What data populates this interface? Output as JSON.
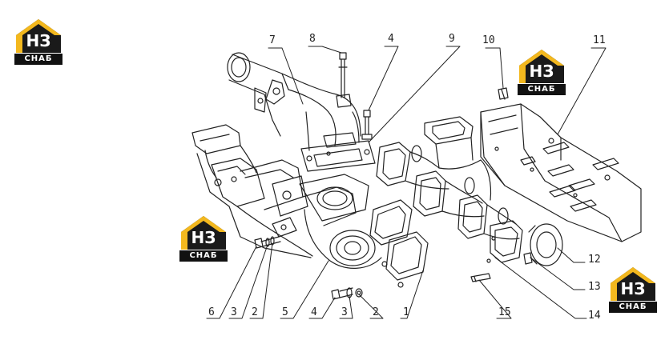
{
  "logo": {
    "monogram": "НЗ",
    "caption": "СНАБ",
    "colors": {
      "roof": "#f3b81e",
      "body": "#1a1a1a",
      "text": "#ffffff"
    },
    "count": 4
  },
  "callouts": [
    "1",
    "2",
    "3",
    "4",
    "5",
    "6",
    "7",
    "8",
    "9",
    "10",
    "11",
    "12",
    "13",
    "14",
    "15"
  ],
  "colors": {
    "line": "#222222",
    "background": "#ffffff"
  }
}
